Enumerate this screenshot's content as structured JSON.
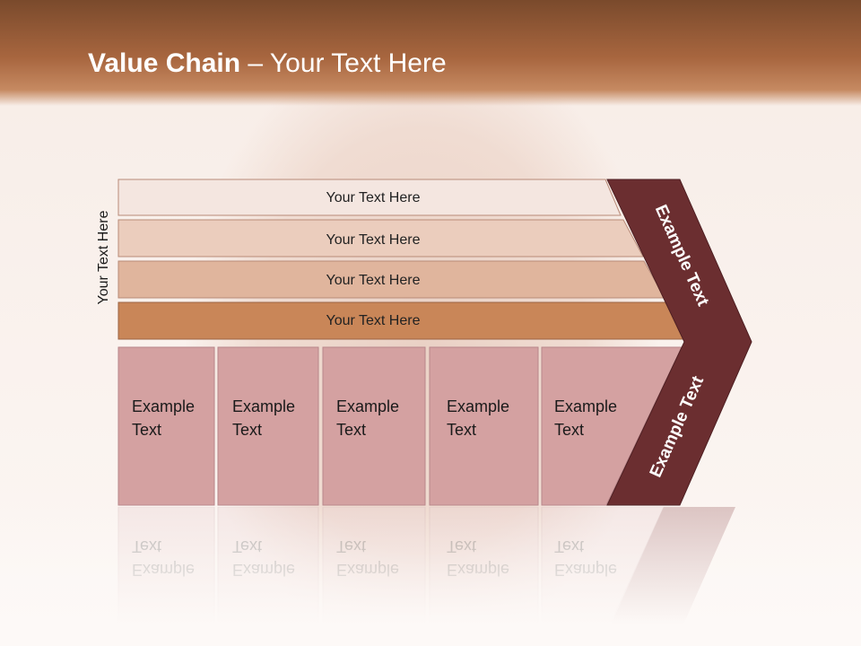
{
  "title": {
    "bold": "Value Chain",
    "rest": " – Your Text Here"
  },
  "side_label": "Your Text Here",
  "bars": [
    "Your Text Here",
    "Your Text Here",
    "Your Text Here",
    "Your Text Here"
  ],
  "columns": [
    {
      "line1": "Example",
      "line2": "Text"
    },
    {
      "line1": "Example",
      "line2": "Text"
    },
    {
      "line1": "Example",
      "line2": "Text"
    },
    {
      "line1": "Example",
      "line2": "Text"
    },
    {
      "line1": "Example",
      "line2": "Text"
    }
  ],
  "chevron": {
    "upper": "Example Text",
    "lower": "Example Text"
  },
  "colors": {
    "header": "#a8663f",
    "bar1": "#f4e6e0",
    "bar2": "#ebcdbd",
    "bar3": "#e0b59d",
    "bar4": "#c98658",
    "columns": "#d4a1a1",
    "chevron": "#6b2e30"
  }
}
